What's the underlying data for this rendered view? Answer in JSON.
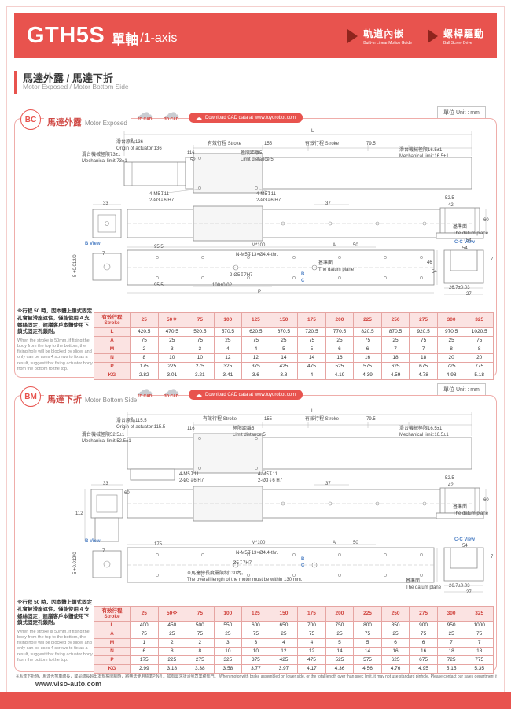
{
  "header": {
    "model": "GTH5S",
    "series_zh": "單軸",
    "series_en": "/1-axis",
    "badges": [
      {
        "zh": "軌道內嵌",
        "en": "Built-in Linear Motion Guide"
      },
      {
        "zh": "螺桿驅動",
        "en": "Ball Screw Drive"
      }
    ]
  },
  "section": {
    "title_zh": "馬達外露 / 馬達下折",
    "title_en": "Motor Exposed / Motor Bottom Side"
  },
  "unit_label": "單位 Unit : mm",
  "cad": {
    "cad2d": "2D CAD",
    "cad3d": "3D CAD",
    "download": "Download CAD data at www.toyorobot.com"
  },
  "bc": {
    "badge": "BC",
    "title_zh": "馬達外露",
    "title_en": "Motor Exposed",
    "labels": {
      "L": "L",
      "origin": "滑台原點136\nOrigin of actuator:136",
      "mech_left": "滑台機械極限73±1\nMechanical limit:73±1",
      "stroke1": "有效行程 Stroke",
      "d155": "155",
      "stroke2": "有效行程 Stroke",
      "d79_5": "79.5",
      "d116": "116",
      "d52": "52",
      "limit5": "極限距離5\nLimit distance:5",
      "mech_right": "滑台機械極限16.5±1\nMechanical limit:16.5±1",
      "holes_a": "4-M5↧11\n2-Ø3↧6 H7",
      "holes_b": "4-M5↧11\n2-Ø3↧6 H7",
      "d33": "33",
      "d37": "37",
      "d52_5": "52.5",
      "d42": "42",
      "d60": "60",
      "datum_side": "基準面\nThe datum plane",
      "d54_side": "54",
      "b_view": "B View",
      "d95_5_top": "95.5",
      "m100": "M*100",
      "a": "A",
      "d50": "50",
      "thread": "N-M5↧13×Ø4.4-thr.",
      "d7": "7",
      "tol5": "5 +0.012/0",
      "holes_c": "2-Ø5↧7H7",
      "d100": "100±0.02",
      "p": "P",
      "d95_5_bot": "95.5",
      "d46": "46",
      "d54_bot": "54",
      "datum_bottom": "基準面\nThe datum plane",
      "bc_mark": "B\nC",
      "cc_view": "C-C View",
      "d54_cc": "54",
      "d7_cc": "7",
      "d26_7": "26.7±0.03",
      "d27": "27"
    },
    "note_zh": "※行程 50 時，因本體上鎖式固定孔會被滑座遮住，僅能使用 4 支螺絲固定，建議客戶本體使用下鎖式固定孔鎖附。",
    "note_en": "When the stroke is 50mm, if fixing the body from the top to the bottom, the fixing hole will be blocked by slider and only can be uses 4 screws to fix as a result, suggest that fixing actuator body from the bottom to the top.",
    "table": {
      "header": "有效行程\nStroke",
      "cols": [
        "25",
        "50※",
        "75",
        "100",
        "125",
        "150",
        "175",
        "200",
        "225",
        "250",
        "275",
        "300",
        "325"
      ],
      "rows": [
        {
          "label": "L",
          "values": [
            "420.5",
            "470.5",
            "520.5",
            "570.5",
            "620.5",
            "670.5",
            "720.5",
            "770.5",
            "820.5",
            "870.5",
            "920.5",
            "970.5",
            "1020.5"
          ]
        },
        {
          "label": "A",
          "values": [
            "75",
            "25",
            "75",
            "25",
            "75",
            "25",
            "75",
            "25",
            "75",
            "25",
            "75",
            "25",
            "75"
          ]
        },
        {
          "label": "M",
          "values": [
            "2",
            "3",
            "3",
            "4",
            "4",
            "5",
            "5",
            "6",
            "6",
            "7",
            "7",
            "8",
            "8"
          ]
        },
        {
          "label": "N",
          "values": [
            "8",
            "10",
            "10",
            "12",
            "12",
            "14",
            "14",
            "16",
            "16",
            "18",
            "18",
            "20",
            "20"
          ]
        },
        {
          "label": "P",
          "values": [
            "175",
            "225",
            "275",
            "325",
            "375",
            "425",
            "475",
            "525",
            "575",
            "625",
            "675",
            "725",
            "775"
          ]
        },
        {
          "label": "KG",
          "values": [
            "2.82",
            "3.01",
            "3.21",
            "3.41",
            "3.6",
            "3.8",
            "4",
            "4.19",
            "4.39",
            "4.59",
            "4.78",
            "4.98",
            "5.18"
          ]
        }
      ]
    }
  },
  "bm": {
    "badge": "BM",
    "title_zh": "馬達下折",
    "title_en": "Motor Bottom Side",
    "labels": {
      "L": "L",
      "origin": "滑台原點115.5\nOrigin of actuator:115.5",
      "mech_left": "滑台機械極限52.5±1\nMechanical limit:52.5±1",
      "stroke1": "有效行程 Stroke",
      "d155": "155",
      "stroke2": "有效行程 Stroke",
      "d79_5": "79.5",
      "d116": "116",
      "limit5": "極限距離5\nLimit distance:5",
      "mech_right": "滑台機械極限16.5±1\nMechanical limit:16.5±1",
      "holes_a": "4-M5↧11\n2-Ø3↧6 H7",
      "holes_b": "4-M5↧11\n2-Ø3↧6 H7",
      "d33": "33",
      "d37": "37",
      "d52_5": "52.5",
      "d42": "42",
      "d60_side": "60",
      "datum_side": "基準面\nThe datum plane",
      "d112": "112",
      "d60_left": "60",
      "d175": "175",
      "m100": "M*100",
      "a": "A",
      "d50": "50",
      "thread": "N-M5↧13×Ø4.4-thr.",
      "b_view": "B View",
      "d7": "7",
      "tol5": "5 +0.012/0",
      "holes_c": "Ø5↧7H7",
      "motor_note": "※馬達總長度需限制130內。\nThe overall length of the motor must be within 130 mm.",
      "bc_mark": "B\nC",
      "cc_view": "C-C View",
      "d54_cc": "54",
      "d7_cc": "7",
      "datum_bottom": "基準面\nThe datum plane",
      "d26_7": "26.7±0.03",
      "d27": "27"
    },
    "note_zh": "※行程 50 時，因本體上鎖式固定孔會被滑座遮住，僅能使用 4 支螺絲固定，建議客戶本體使用下鎖式固定孔鎖附。",
    "note_en": "When the stroke is 50mm, if fixing the body from the top to the bottom, the fixing hole will be blocked by slider and only can be uses 4 screws to fix as a result, suggest that fixing actuator body from the bottom to the top.",
    "table": {
      "header": "有效行程\nStroke",
      "cols": [
        "25",
        "50※",
        "75",
        "100",
        "125",
        "150",
        "175",
        "200",
        "225",
        "250",
        "275",
        "300",
        "325"
      ],
      "rows": [
        {
          "label": "L",
          "values": [
            "400",
            "450",
            "500",
            "550",
            "600",
            "650",
            "700",
            "750",
            "800",
            "850",
            "900",
            "950",
            "1000"
          ]
        },
        {
          "label": "A",
          "values": [
            "75",
            "25",
            "75",
            "25",
            "75",
            "25",
            "75",
            "25",
            "75",
            "25",
            "75",
            "25",
            "75"
          ]
        },
        {
          "label": "M",
          "values": [
            "1",
            "2",
            "2",
            "3",
            "3",
            "4",
            "4",
            "5",
            "5",
            "6",
            "6",
            "7",
            "7"
          ]
        },
        {
          "label": "N",
          "values": [
            "6",
            "8",
            "8",
            "10",
            "10",
            "12",
            "12",
            "14",
            "14",
            "16",
            "16",
            "18",
            "18"
          ]
        },
        {
          "label": "P",
          "values": [
            "175",
            "225",
            "275",
            "325",
            "375",
            "425",
            "475",
            "525",
            "575",
            "625",
            "675",
            "725",
            "775"
          ]
        },
        {
          "label": "KG",
          "values": [
            "2.99",
            "3.18",
            "3.38",
            "3.58",
            "3.77",
            "3.97",
            "4.17",
            "4.36",
            "4.56",
            "4.76",
            "4.95",
            "5.15",
            "5.35"
          ]
        }
      ]
    }
  },
  "footnote": "※馬達下折時，馬達含煞車總長，或是總長超出本規格限制時，將無法使用標準PIN孔，如有需求請洽我司業務部門。 When motor with brake assembled on lower side, or the total length over than spec limit, it may not use standard pinhole. Please contact our sales department if you need more information & requirement.",
  "footer": {
    "url": "www.viso-auto.com"
  }
}
